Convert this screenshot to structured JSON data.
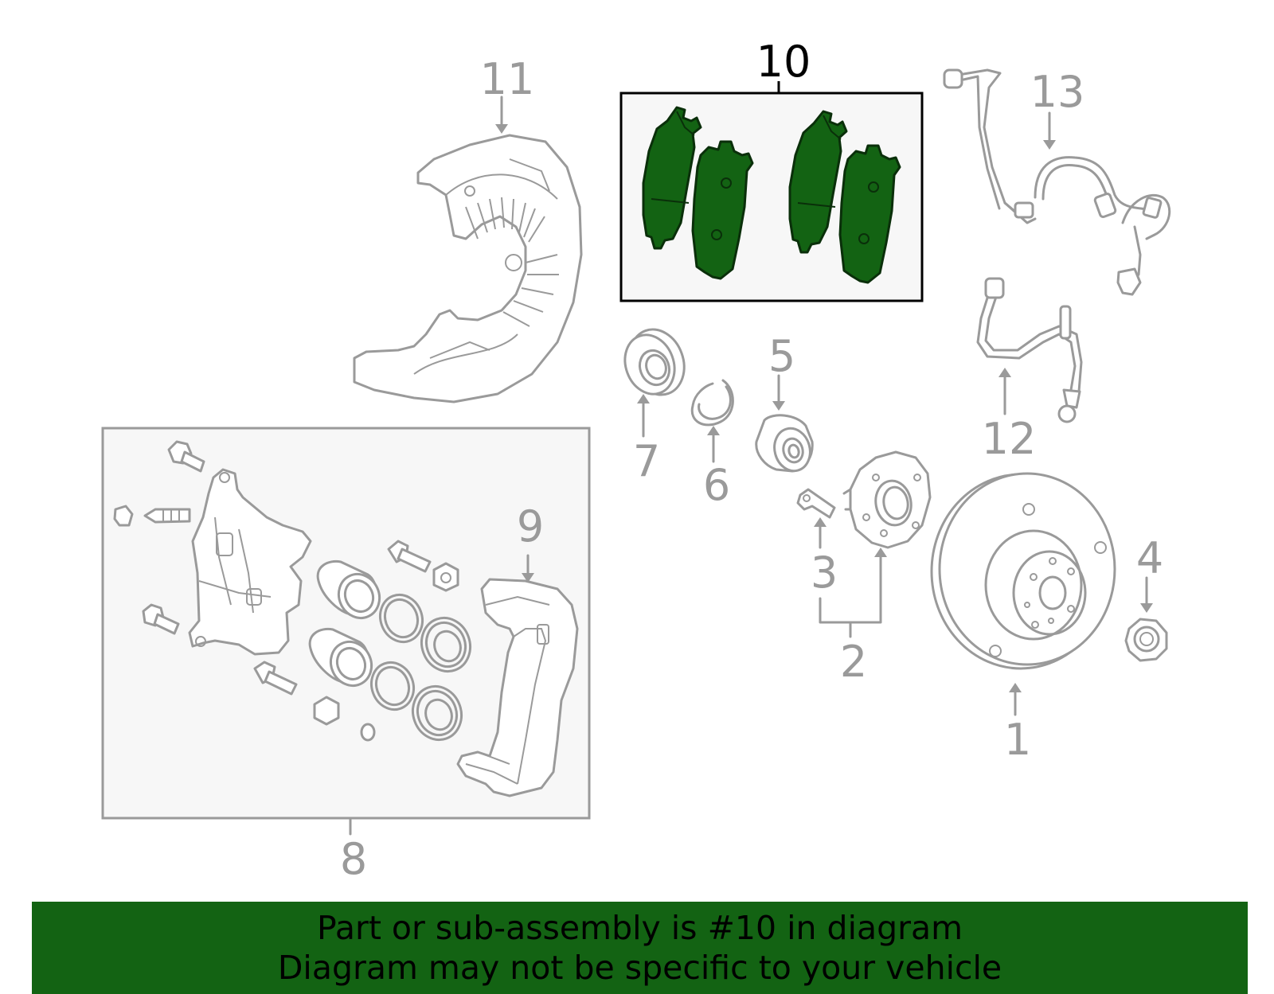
{
  "diagram": {
    "callouts": [
      {
        "id": "1",
        "label": "1"
      },
      {
        "id": "2",
        "label": "2"
      },
      {
        "id": "3",
        "label": "3"
      },
      {
        "id": "4",
        "label": "4"
      },
      {
        "id": "5",
        "label": "5"
      },
      {
        "id": "6",
        "label": "6"
      },
      {
        "id": "7",
        "label": "7"
      },
      {
        "id": "8",
        "label": "8"
      },
      {
        "id": "9",
        "label": "9"
      },
      {
        "id": "10",
        "label": "10",
        "highlighted": true
      },
      {
        "id": "11",
        "label": "11"
      },
      {
        "id": "12",
        "label": "12"
      },
      {
        "id": "13",
        "label": "13"
      }
    ],
    "highlight_color": "#136313",
    "line_color": "#9a9a9a"
  },
  "banner": {
    "line1": "Part or sub-assembly is #10 in diagram",
    "line2": "Diagram may not be specific to your vehicle",
    "background": "#136313"
  }
}
